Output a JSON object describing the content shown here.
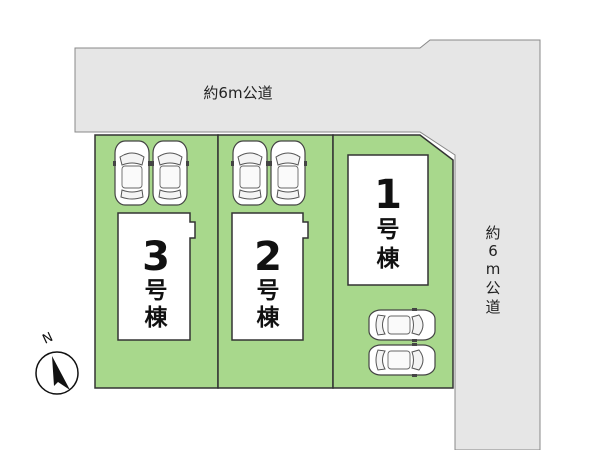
{
  "roads": {
    "top_label": "約6m公道",
    "right_label_chars": [
      "約",
      "6",
      "m",
      "公",
      "道"
    ]
  },
  "buildings": [
    {
      "number": "1",
      "char1": "号",
      "char2": "棟"
    },
    {
      "number": "2",
      "char1": "号",
      "char2": "棟"
    },
    {
      "number": "3",
      "char1": "号",
      "char2": "棟"
    }
  ],
  "compass": {
    "label": "N"
  },
  "colors": {
    "road": "#e6e6e6",
    "lot": "#a8d88c",
    "building": "#ffffff",
    "outline": "#222222"
  }
}
